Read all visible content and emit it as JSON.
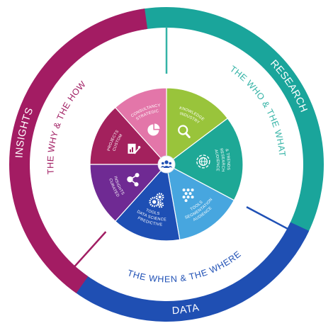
{
  "outer_ring": [
    {
      "label": "RESEARCH",
      "color": "#1aa59b"
    },
    {
      "label": "DATA",
      "color": "#1f4fb3"
    },
    {
      "label": "INSIGHTS",
      "color": "#a31c63"
    }
  ],
  "middle_ring": [
    {
      "label": "THE WHO & THE WHAT",
      "color": "#34b3a6"
    },
    {
      "label": "THE WHEN & THE WHERE",
      "color": "#1f50b5"
    },
    {
      "label": "THE WHY & THE HOW",
      "color": "#a11e63"
    }
  ],
  "wedges": [
    {
      "lines": [
        "INDUSTRY",
        "KNOWLEDGE"
      ],
      "color": "#99c43b",
      "icon": "magnifier-icon"
    },
    {
      "lines": [
        "AUDIENCE",
        "RESEARCH",
        "& TRENDS"
      ],
      "color": "#1ea896",
      "icon": "globe-target-icon"
    },
    {
      "lines": [
        "AUDIENCE",
        "SEGMENTATION",
        "TOOLS"
      ],
      "color": "#47a6df",
      "icon": "dots-grid-icon"
    },
    {
      "lines": [
        "PREDICTIVE",
        "DATA SCIENCE",
        "TOOLS"
      ],
      "color": "#1e4fb4",
      "icon": "gears-icon"
    },
    {
      "lines": [
        "CURATED",
        "INSIGHTS"
      ],
      "color": "#6f2a93",
      "icon": "network-icon"
    },
    {
      "lines": [
        "CUSTOM",
        "PROJECTS"
      ],
      "color": "#a3215d",
      "icon": "chart-doc-icon"
    },
    {
      "lines": [
        "STRATEGIC",
        "CONSULTANCY"
      ],
      "color": "#e376a9",
      "icon": "pie-chart-icon"
    }
  ],
  "center": {
    "icon": "people-icon",
    "color": "#1f4fb3"
  }
}
